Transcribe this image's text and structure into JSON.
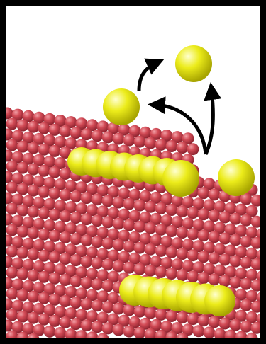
{
  "colors": {
    "border": "#000000",
    "background": "#ffffff",
    "substrate_atom": "#d24a55",
    "substrate_highlight": "#f2a2a8",
    "substrate_shadow": "#8e2430",
    "adatom": "#ecec1a",
    "adatom_highlight": "#ffffd0",
    "adatom_shadow": "#a7a400",
    "arrow": "#000000"
  },
  "elements": {
    "substrate": "red-atom-surface",
    "step_edge_rows": [
      "upper-step-adatom-row",
      "lower-step-adatom-row"
    ],
    "detached_adatoms": [
      "adatom-top",
      "adatom-upper-left",
      "adatom-step-edge",
      "adatom-right"
    ],
    "arrows": [
      "hop-arrow-upper-left-to-top",
      "curved-arrow-to-upper-left",
      "curved-arrow-to-top"
    ]
  }
}
